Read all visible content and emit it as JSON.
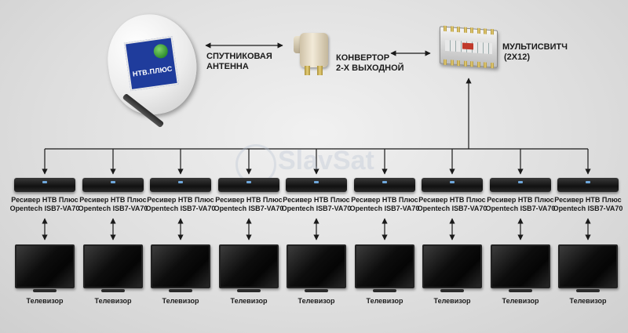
{
  "dish": {
    "brand": "НТВ.ПЛЮС",
    "label_line1": "СПУТНИКОВАЯ",
    "label_line2": "АНТЕННА"
  },
  "converter": {
    "label_line1": "КОНВЕРТОР",
    "label_line2": "2-Х ВЫХОДНОЙ"
  },
  "multiswitch": {
    "label_line1": "МУЛЬТИСВИТЧ",
    "label_line2": "(2Х12)"
  },
  "watermark": {
    "text": "SlavSat"
  },
  "receivers": [
    {
      "line1": "Ресивер НТВ Плюс",
      "line2": "Opentech ISB7-VA70"
    },
    {
      "line1": "Ресивер НТВ Плюс",
      "line2": "Opentech ISB7-VA70"
    },
    {
      "line1": "Ресивер НТВ Плюс",
      "line2": "Opentech ISB7-VA70"
    },
    {
      "line1": "Ресивер НТВ Плюс",
      "line2": "Opentech ISB7-VA70"
    },
    {
      "line1": "Ресивер НТВ Плюс",
      "line2": "Opentech ISB7-VA70"
    },
    {
      "line1": "Ресивер НТВ Плюс",
      "line2": "Opentech ISB7-VA70"
    },
    {
      "line1": "Ресивер НТВ Плюс",
      "line2": "Opentech ISB7-VA70"
    },
    {
      "line1": "Ресивер НТВ Плюс",
      "line2": "Opentech ISB7-VA70"
    },
    {
      "line1": "Ресивер НТВ Плюс",
      "line2": "Opentech ISB7-VA70"
    }
  ],
  "tvs": [
    {
      "label": "Телевизор"
    },
    {
      "label": "Телевизор"
    },
    {
      "label": "Телевизор"
    },
    {
      "label": "Телевизор"
    },
    {
      "label": "Телевизор"
    },
    {
      "label": "Телевизор"
    },
    {
      "label": "Телевизор"
    },
    {
      "label": "Телевизор"
    },
    {
      "label": "Телевизор"
    }
  ],
  "colors": {
    "wire": "#1a1a1a",
    "background": "#e4e4e4"
  }
}
